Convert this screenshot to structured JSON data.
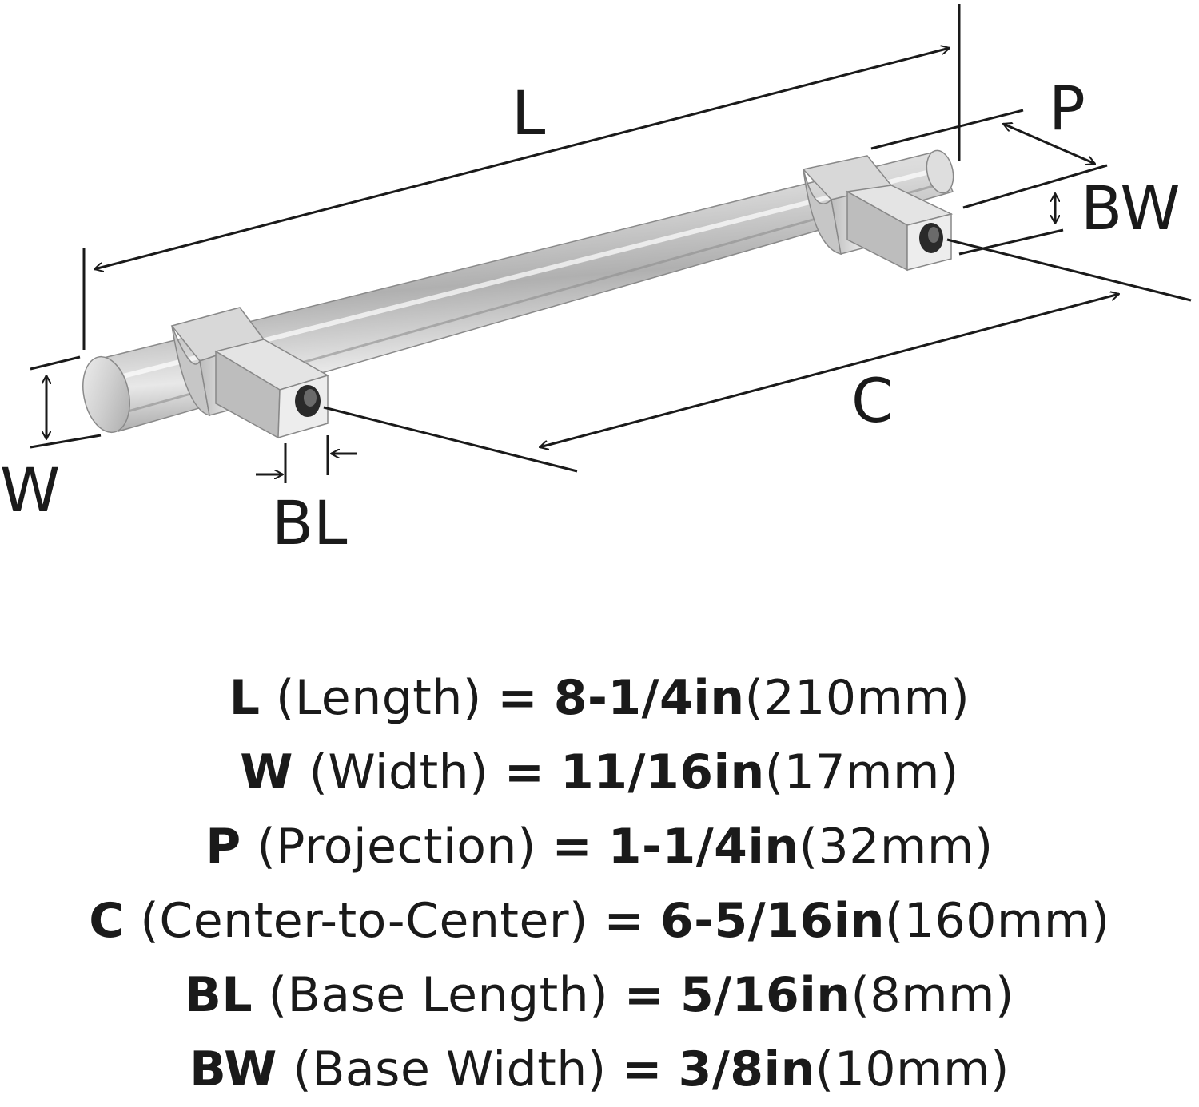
{
  "diagram": {
    "labels": {
      "L": "L",
      "P": "P",
      "BW": "BW",
      "W": "W",
      "BL": "BL",
      "C": "C"
    }
  },
  "specs": [
    {
      "code": "L",
      "name": "(Length)",
      "eq": "=",
      "imperial": "8-1/4in",
      "metric": "(210mm)"
    },
    {
      "code": "W",
      "name": "(Width)",
      "eq": "=",
      "imperial": "11/16in",
      "metric": "(17mm)"
    },
    {
      "code": "P",
      "name": "(Projection)",
      "eq": "=",
      "imperial": "1-1/4in",
      "metric": "(32mm)"
    },
    {
      "code": "C",
      "name": "(Center-to-Center)",
      "eq": "=",
      "imperial": "6-5/16in",
      "metric": "(160mm)"
    },
    {
      "code": "BL",
      "name": "(Base Length)",
      "eq": "=",
      "imperial": "5/16in",
      "metric": "(8mm)"
    },
    {
      "code": "BW",
      "name": "(Base Width)",
      "eq": "=",
      "imperial": "3/8in",
      "metric": "(10mm)"
    }
  ]
}
